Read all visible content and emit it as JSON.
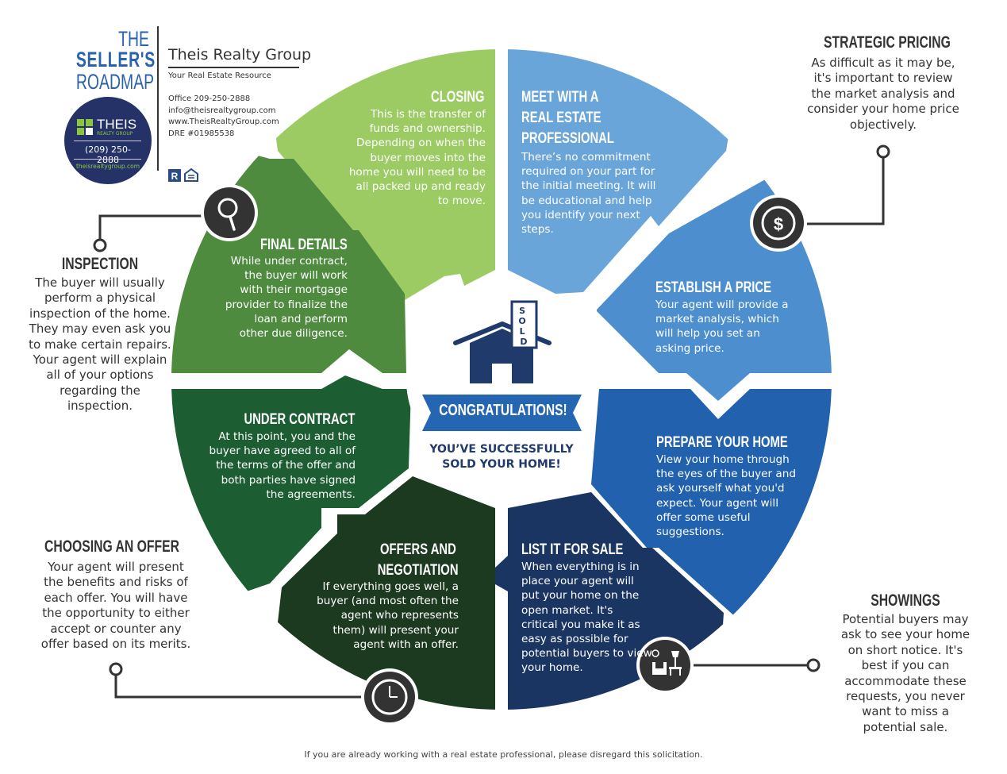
{
  "header": {
    "title_line1": "THE",
    "title_line2": "SELLER'S",
    "title_line3": "ROADMAP",
    "company": "Theis Realty Group",
    "tagline": "Your Real Estate Resource",
    "office": "Office 209-250-2888",
    "email": "info@theisrealtygroup.com",
    "website": "www.TheisRealtyGroup.com",
    "dre": "DRE #01985538"
  },
  "logo": {
    "name": "THEIS",
    "subname": "REALTY GROUP",
    "phone": "(209) 250-2888",
    "url": "theisrealtygroup.com"
  },
  "colors": {
    "closing": "#9ccb64",
    "final_details": "#4f8b3f",
    "under_contract": "#1c5e32",
    "offers": "#1c3a20",
    "list_for_sale": "#1b3563",
    "prepare": "#2161ad",
    "establish": "#4d8ecf",
    "meet": "#6aa5da",
    "navy": "#1f3a6b",
    "banner": "#2566b3",
    "callout_dark": "#333333"
  },
  "segments": [
    {
      "id": "closing",
      "title": "CLOSING",
      "body": "This is the transfer of funds and ownership. Depending on when the buyer moves into the home you will need to be all packed up and ready to move."
    },
    {
      "id": "meet",
      "title_lines": [
        "MEET WITH A",
        "REAL ESTATE",
        "PROFESSIONAL"
      ],
      "body": "There’s no commitment required on your part for the initial meeting. It will be educational and help you identify your next steps."
    },
    {
      "id": "establish",
      "title": "ESTABLISH A PRICE",
      "body": "Your agent will provide a market analysis, which will help you set an asking price."
    },
    {
      "id": "prepare",
      "title": "PREPARE YOUR HOME",
      "body": "View your home through the eyes of the buyer and ask yourself what you'd expect. Your agent will offer some useful suggestions."
    },
    {
      "id": "list",
      "title": "LIST IT FOR SALE",
      "body": "When everything is in place your agent will put your home on the open market. It's critical you make it as easy as possible for potential buyers to view your home."
    },
    {
      "id": "offers",
      "title_lines": [
        "OFFERS AND",
        "NEGOTIATION"
      ],
      "body": "If everything goes well, a buyer (and most often the agent who represents them) will present your agent with an offer."
    },
    {
      "id": "under_contract",
      "title": "UNDER CONTRACT",
      "body": "At this point, you and the buyer have agreed to all of the terms of the offer and both parties have signed the agreements."
    },
    {
      "id": "final_details",
      "title": "FINAL DETAILS",
      "body": "While under contract, the buyer will work with their mortgage provider to finalize the loan and perform other due diligence."
    }
  ],
  "callouts": {
    "strategic_pricing": {
      "title": "STRATEGIC PRICING",
      "body": "As difficult as it may be, it's important to review the market analysis and consider your home price objectively.",
      "icon": "dollar-icon"
    },
    "inspection": {
      "title": "INSPECTION",
      "body": "The buyer will usually perform a physical inspection of the home. They may even ask you to make certain repairs. Your agent will explain all of your options regarding the inspection.",
      "icon": "magnifier-icon"
    },
    "choosing_offer": {
      "title": "CHOOSING AN OFFER",
      "body": "Your agent will present the benefits and risks of each offer. You will have the opportunity to either accept or counter any offer based on its merits.",
      "icon": "clock-icon"
    },
    "showings": {
      "title": "SHOWINGS",
      "body": "Potential buyers may ask to see your home on short notice. It's best if you can accommodate these requests, you never want to miss a potential sale.",
      "icon": "furniture-icon"
    }
  },
  "center": {
    "sign": "SOLD",
    "banner": "CONGRATULATIONS!",
    "line1": "YOU’VE SUCCESSFULLY",
    "line2": "SOLD YOUR HOME!"
  },
  "footer": "If you are already working with a real estate professional, please disregard this solicitation."
}
